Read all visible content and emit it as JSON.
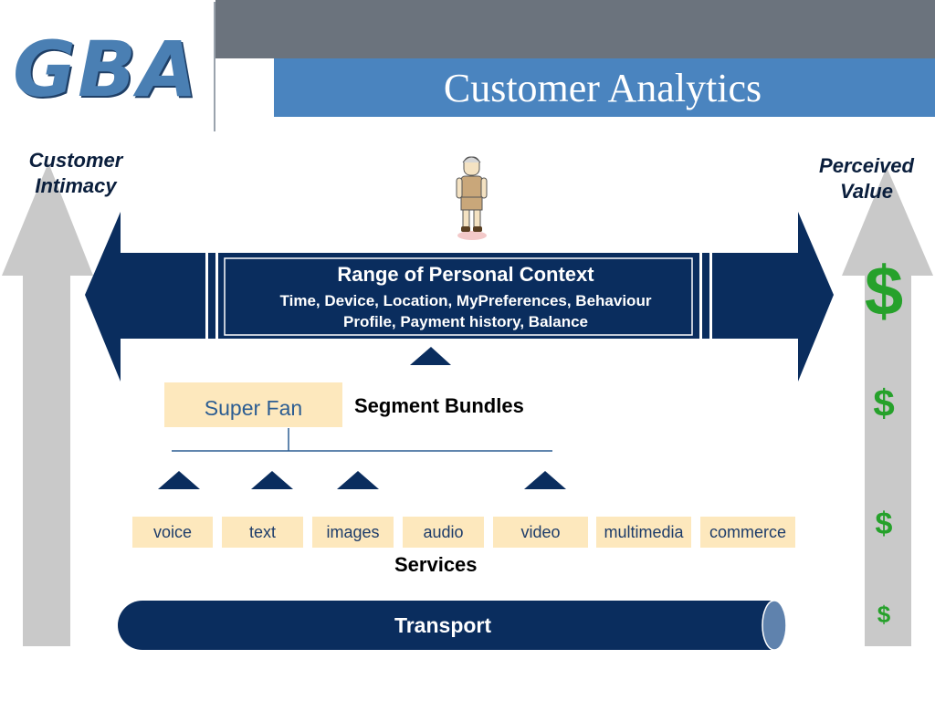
{
  "header": {
    "logo_text": "GBA",
    "title": "Customer Analytics"
  },
  "left_axis_label": "Customer Intimacy",
  "right_axis_label": "Perceived Value",
  "personal_context": {
    "title": "Range of Personal Context",
    "line1": "Time, Device, Location, MyPreferences, Behaviour",
    "line2": "Profile, Payment history, Balance"
  },
  "segment": {
    "box_label": "Super Fan",
    "label": "Segment Bundles"
  },
  "services": {
    "items": [
      "voice",
      "text",
      "images",
      "audio",
      "video",
      "multimedia",
      "commerce"
    ],
    "label": "Services"
  },
  "transport_label": "Transport",
  "value_symbols": [
    "$",
    "$",
    "$",
    "$"
  ],
  "colors": {
    "navy": "#0a2d5e",
    "header_gray": "#6b737d",
    "header_blue": "#4a84bf",
    "arrow_gray": "#c9c9c9",
    "cream": "#fde8bd",
    "dollar_green": "#26a12b",
    "tube_cap": "#5f82ad"
  },
  "icons": [
    "person-icon"
  ]
}
